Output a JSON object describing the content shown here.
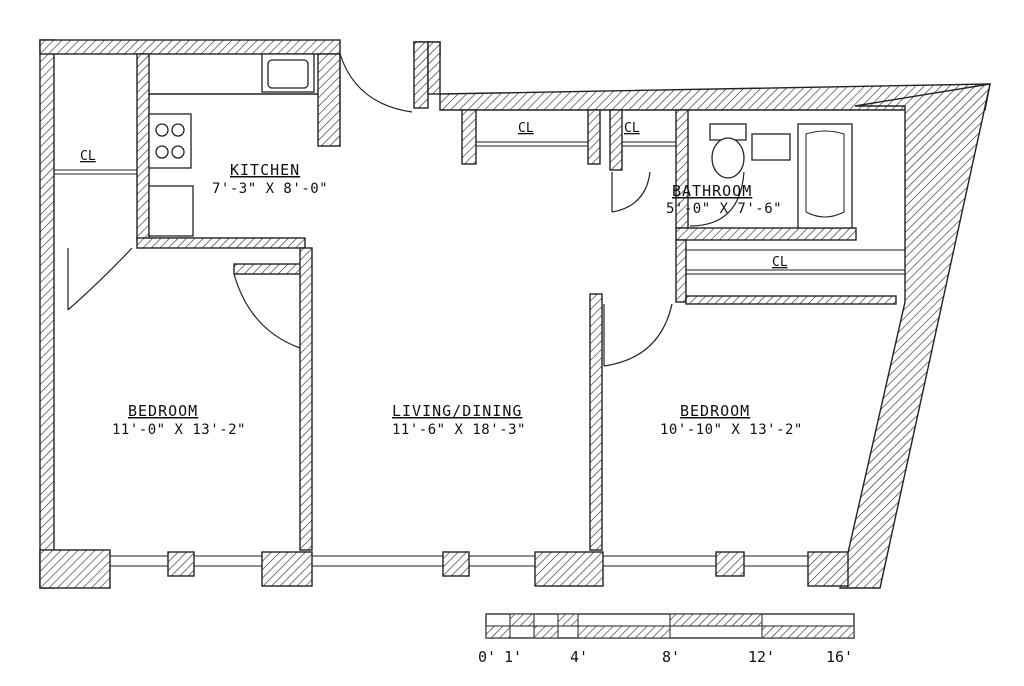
{
  "rooms": {
    "kitchen": {
      "name": "KITCHEN",
      "dims": "7'-3\" X 8'-0\""
    },
    "bathroom": {
      "name": "BATHROOM",
      "dims": "5'-0\" X 7'-6\""
    },
    "bedroom1": {
      "name": "BEDROOM",
      "dims": "11'-0\" X 13'-2\""
    },
    "living": {
      "name": "LIVING/DINING",
      "dims": "11'-6\" X 18'-3\""
    },
    "bedroom2": {
      "name": "BEDROOM",
      "dims": "10'-10\" X 13'-2\""
    }
  },
  "closets": {
    "left": "CL",
    "hall1": "CL",
    "hall2": "CL",
    "bedroom2": "CL"
  },
  "scale": {
    "labels": [
      "0'",
      "1'",
      "4'",
      "8'",
      "12'",
      "16'"
    ]
  }
}
